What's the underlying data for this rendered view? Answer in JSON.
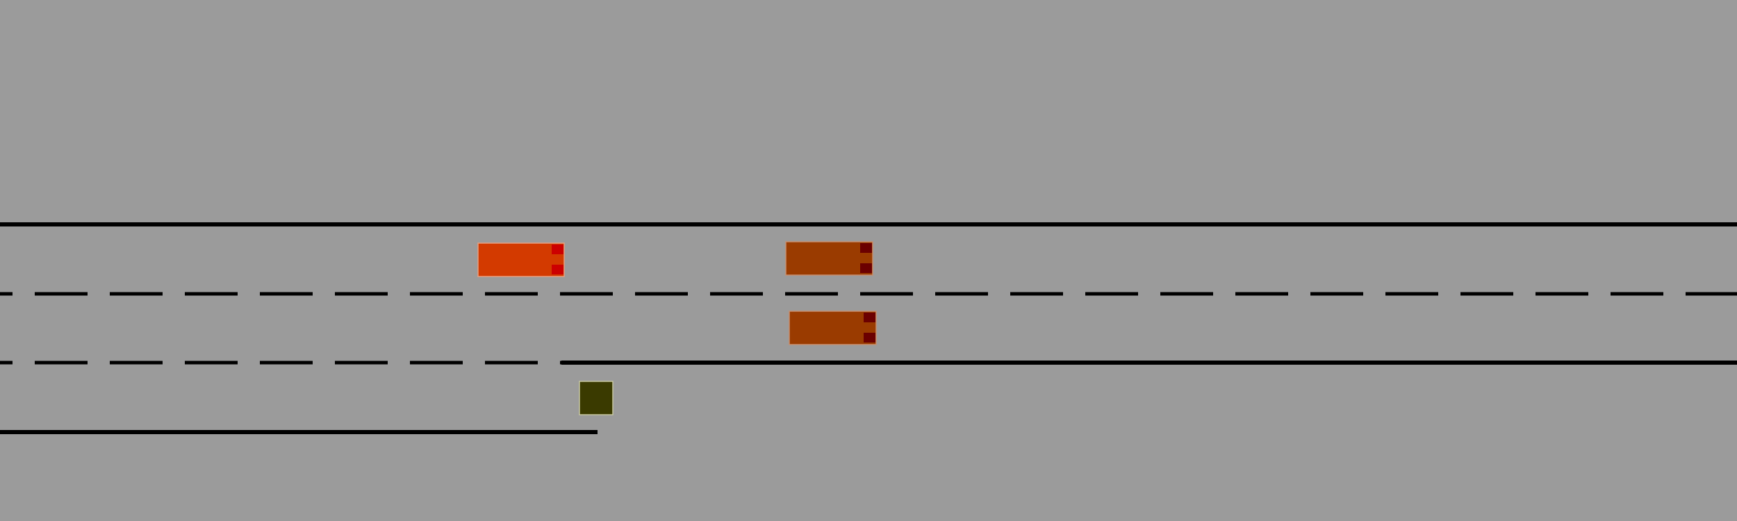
{
  "scene": {
    "background_color": "#9b9b9b",
    "line_color": "#000000",
    "vehicles": [
      {
        "id": "ego",
        "role": "controlled-vehicle",
        "color": "#d33a00",
        "brake_light_color": "#cc0000",
        "lane": "upper"
      },
      {
        "id": "car-2",
        "role": "other-vehicle",
        "color": "#9a3b00",
        "brake_light_color": "#6b0000",
        "lane": "upper"
      },
      {
        "id": "car-3",
        "role": "other-vehicle",
        "color": "#9a3b00",
        "brake_light_color": "#6b0000",
        "lane": "middle"
      }
    ],
    "obstacle": {
      "color": "#3a3a00",
      "shape": "square"
    },
    "lanes": [
      "upper",
      "middle",
      "merge"
    ]
  }
}
